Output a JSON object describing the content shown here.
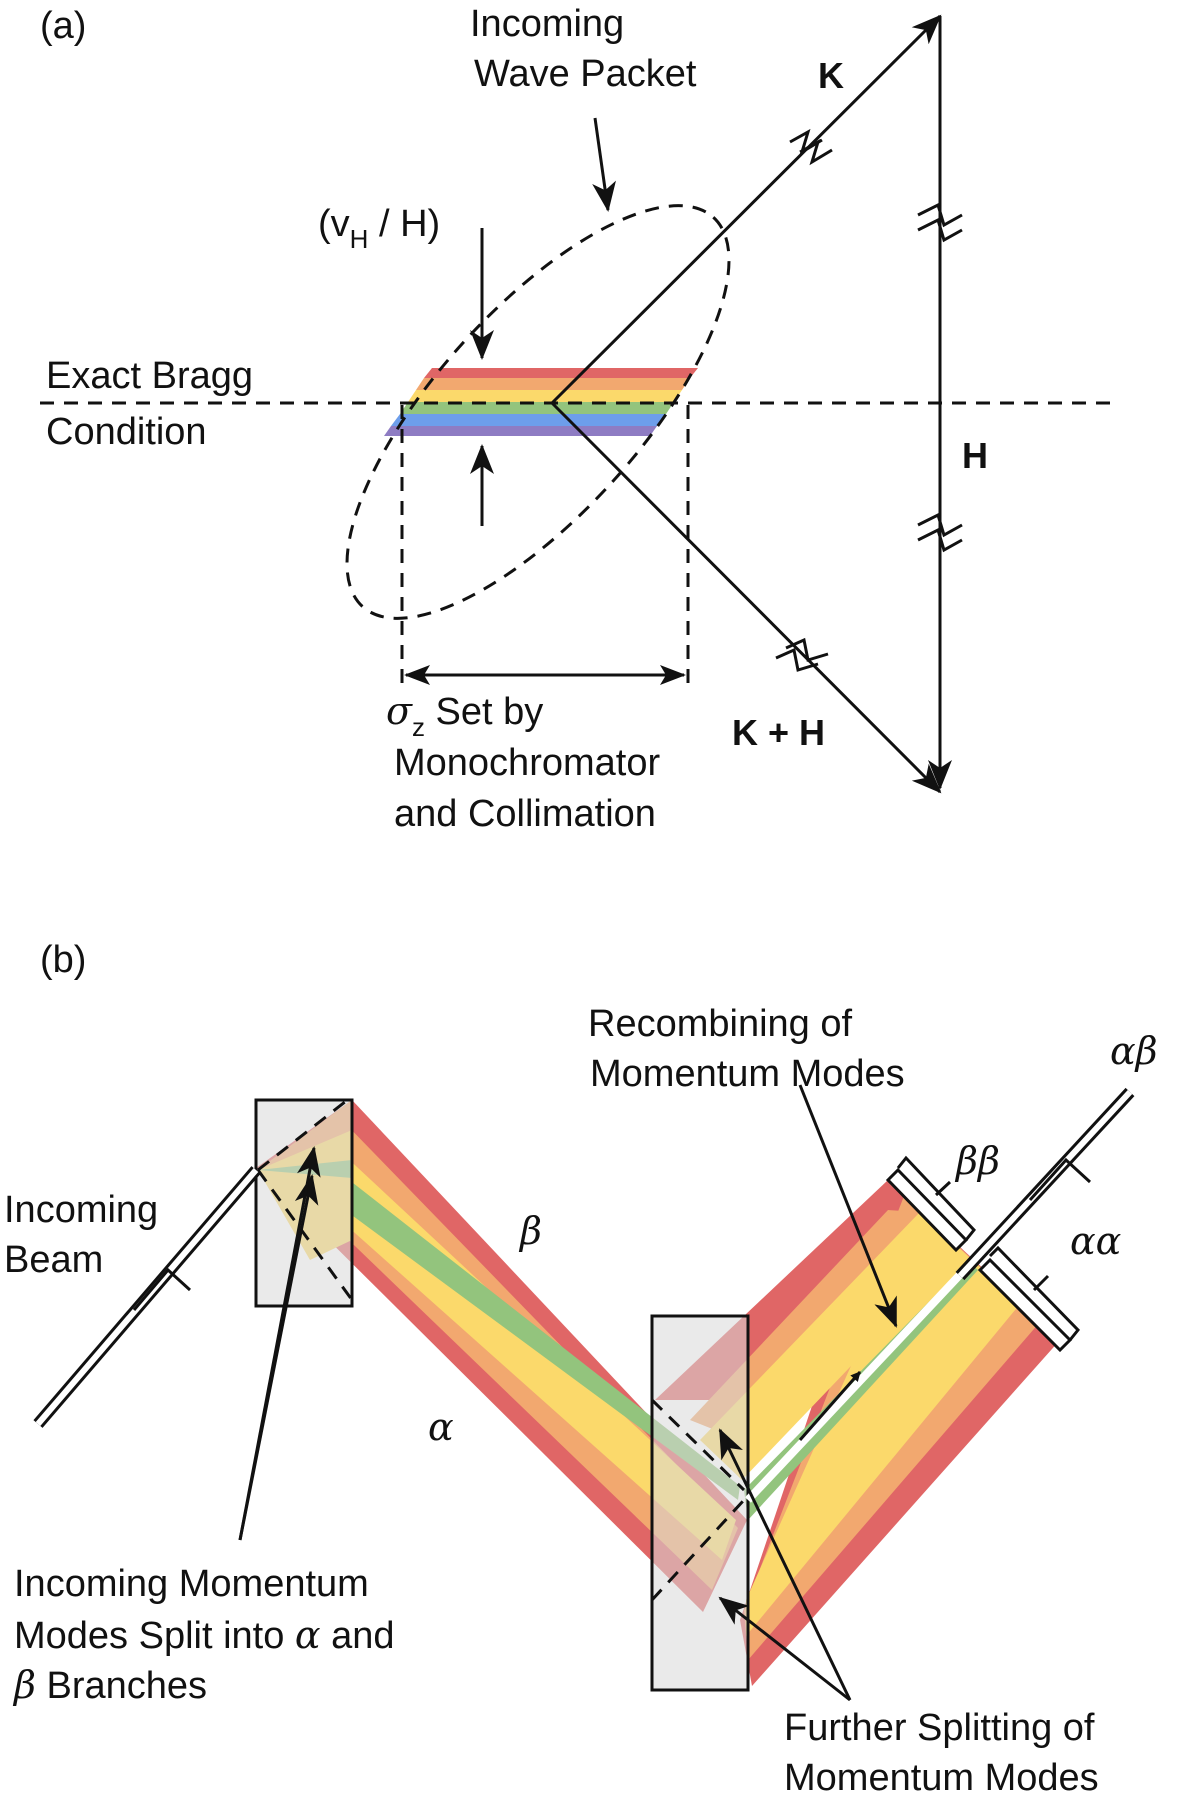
{
  "panel_a": {
    "tag": "(a)",
    "incoming_wave_packet": [
      "Incoming",
      "Wave Packet"
    ],
    "vh_h": {
      "open": "(v",
      "sub": "H",
      "close": " / H)"
    },
    "exact_bragg": [
      "Exact Bragg",
      "Condition"
    ],
    "k_label": "K",
    "h_label": "H",
    "kh_label": "K + H",
    "sigma": {
      "symbol": "σ",
      "sub": "z",
      "text": " Set by"
    },
    "mono": [
      "Monochromator",
      "and Collimation"
    ]
  },
  "panel_b": {
    "tag": "(b)",
    "incoming_beam": [
      "Incoming",
      "Beam"
    ],
    "beta": "β",
    "alpha": "α",
    "recombining": [
      "Recombining of",
      "Momentum Modes"
    ],
    "beta_beta": "ββ",
    "alpha_alpha": "αα",
    "alpha_beta": "αβ",
    "split_line1": "Incoming Momentum",
    "split_line2": {
      "pre": "Modes Split into ",
      "sym": "α",
      "post": " and"
    },
    "split_line3": {
      "sym": "β",
      "post": " Branches"
    },
    "further": [
      "Further Splitting of",
      "Momentum Modes"
    ]
  },
  "colors": {
    "red": "#e06666",
    "orange": "#f2a86f",
    "yellow": "#fbd96b",
    "green": "#93c47d",
    "blue": "#6d9eeb",
    "purple": "#8e7cc3",
    "crystal": "#d9d9d9"
  }
}
